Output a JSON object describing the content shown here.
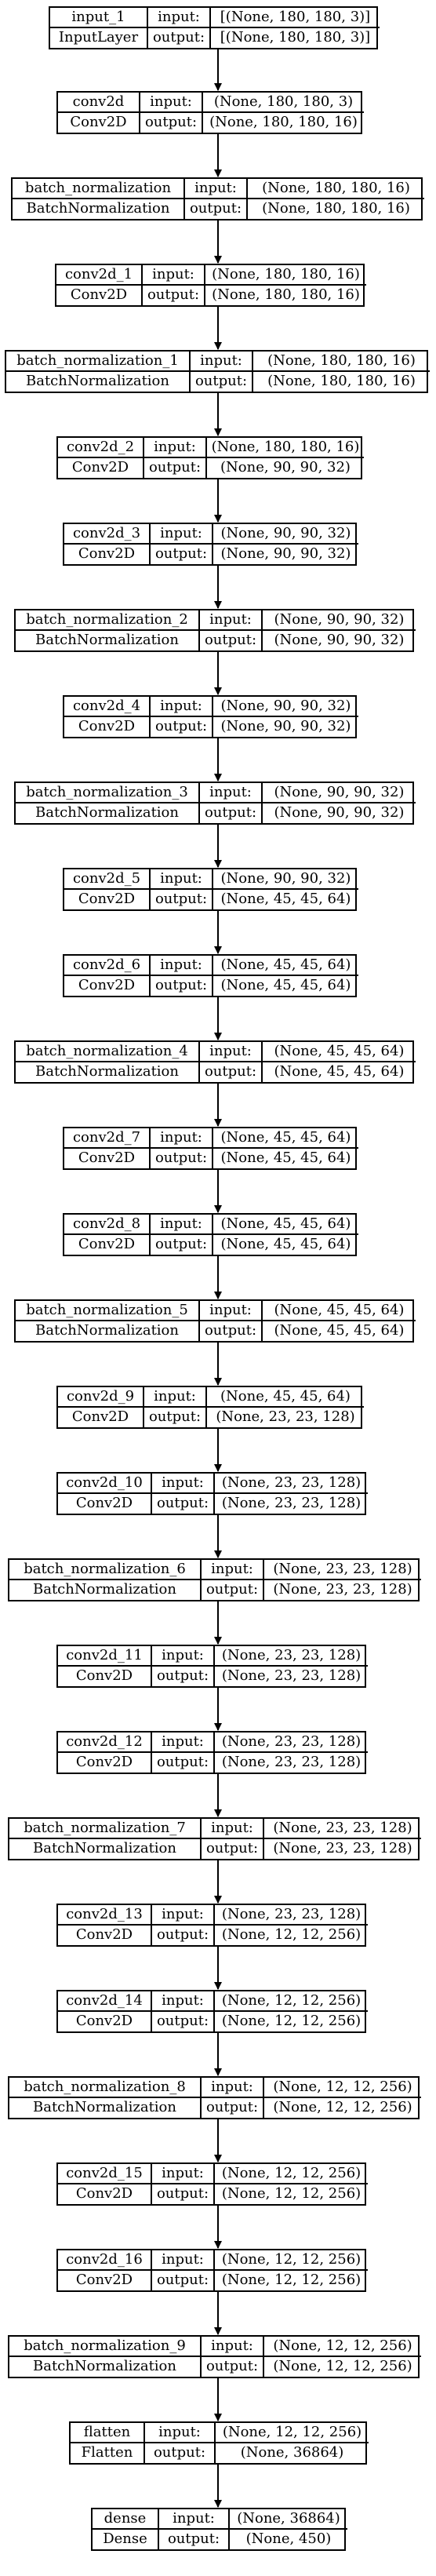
{
  "nodes": [
    {
      "name": "input_1",
      "type": "InputLayer",
      "input": "[(None, 180, 180, 3)]",
      "output": "[(None, 180, 180, 3)]"
    },
    {
      "name": "conv2d",
      "type": "Conv2D",
      "input": "(None, 180, 180, 3)",
      "output": "(None, 180, 180, 16)"
    },
    {
      "name": "batch_normalization",
      "type": "BatchNormalization",
      "input": "(None, 180, 180, 16)",
      "output": "(None, 180, 180, 16)"
    },
    {
      "name": "conv2d_1",
      "type": "Conv2D",
      "input": "(None, 180, 180, 16)",
      "output": "(None, 180, 180, 16)"
    },
    {
      "name": "batch_normalization_1",
      "type": "BatchNormalization",
      "input": "(None, 180, 180, 16)",
      "output": "(None, 180, 180, 16)"
    },
    {
      "name": "conv2d_2",
      "type": "Conv2D",
      "input": "(None, 180, 180, 16)",
      "output": "(None, 90, 90, 32)"
    },
    {
      "name": "conv2d_3",
      "type": "Conv2D",
      "input": "(None, 90, 90, 32)",
      "output": "(None, 90, 90, 32)"
    },
    {
      "name": "batch_normalization_2",
      "type": "BatchNormalization",
      "input": "(None, 90, 90, 32)",
      "output": "(None, 90, 90, 32)"
    },
    {
      "name": "conv2d_4",
      "type": "Conv2D",
      "input": "(None, 90, 90, 32)",
      "output": "(None, 90, 90, 32)"
    },
    {
      "name": "batch_normalization_3",
      "type": "BatchNormalization",
      "input": "(None, 90, 90, 32)",
      "output": "(None, 90, 90, 32)"
    },
    {
      "name": "conv2d_5",
      "type": "Conv2D",
      "input": "(None, 90, 90, 32)",
      "output": "(None, 45, 45, 64)"
    },
    {
      "name": "conv2d_6",
      "type": "Conv2D",
      "input": "(None, 45, 45, 64)",
      "output": "(None, 45, 45, 64)"
    },
    {
      "name": "batch_normalization_4",
      "type": "BatchNormalization",
      "input": "(None, 45, 45, 64)",
      "output": "(None, 45, 45, 64)"
    },
    {
      "name": "conv2d_7",
      "type": "Conv2D",
      "input": "(None, 45, 45, 64)",
      "output": "(None, 45, 45, 64)"
    },
    {
      "name": "conv2d_8",
      "type": "Conv2D",
      "input": "(None, 45, 45, 64)",
      "output": "(None, 45, 45, 64)"
    },
    {
      "name": "batch_normalization_5",
      "type": "BatchNormalization",
      "input": "(None, 45, 45, 64)",
      "output": "(None, 45, 45, 64)"
    },
    {
      "name": "conv2d_9",
      "type": "Conv2D",
      "input": "(None, 45, 45, 64)",
      "output": "(None, 23, 23, 128)"
    },
    {
      "name": "conv2d_10",
      "type": "Conv2D",
      "input": "(None, 23, 23, 128)",
      "output": "(None, 23, 23, 128)"
    },
    {
      "name": "batch_normalization_6",
      "type": "BatchNormalization",
      "input": "(None, 23, 23, 128)",
      "output": "(None, 23, 23, 128)"
    },
    {
      "name": "conv2d_11",
      "type": "Conv2D",
      "input": "(None, 23, 23, 128)",
      "output": "(None, 23, 23, 128)"
    },
    {
      "name": "conv2d_12",
      "type": "Conv2D",
      "input": "(None, 23, 23, 128)",
      "output": "(None, 23, 23, 128)"
    },
    {
      "name": "batch_normalization_7",
      "type": "BatchNormalization",
      "input": "(None, 23, 23, 128)",
      "output": "(None, 23, 23, 128)"
    },
    {
      "name": "conv2d_13",
      "type": "Conv2D",
      "input": "(None, 23, 23, 128)",
      "output": "(None, 12, 12, 256)"
    },
    {
      "name": "conv2d_14",
      "type": "Conv2D",
      "input": "(None, 12, 12, 256)",
      "output": "(None, 12, 12, 256)"
    },
    {
      "name": "batch_normalization_8",
      "type": "BatchNormalization",
      "input": "(None, 12, 12, 256)",
      "output": "(None, 12, 12, 256)"
    },
    {
      "name": "conv2d_15",
      "type": "Conv2D",
      "input": "(None, 12, 12, 256)",
      "output": "(None, 12, 12, 256)"
    },
    {
      "name": "conv2d_16",
      "type": "Conv2D",
      "input": "(None, 12, 12, 256)",
      "output": "(None, 12, 12, 256)"
    },
    {
      "name": "batch_normalization_9",
      "type": "BatchNormalization",
      "input": "(None, 12, 12, 256)",
      "output": "(None, 12, 12, 256)"
    },
    {
      "name": "flatten",
      "type": "Flatten",
      "input": "(None, 12, 12, 256)",
      "output": "(None, 36864)"
    },
    {
      "name": "dense",
      "type": "Dense",
      "input": "(None, 36864)",
      "output": "(None, 450)"
    }
  ],
  "port_labels": {
    "input": "input:",
    "output": "output:"
  }
}
